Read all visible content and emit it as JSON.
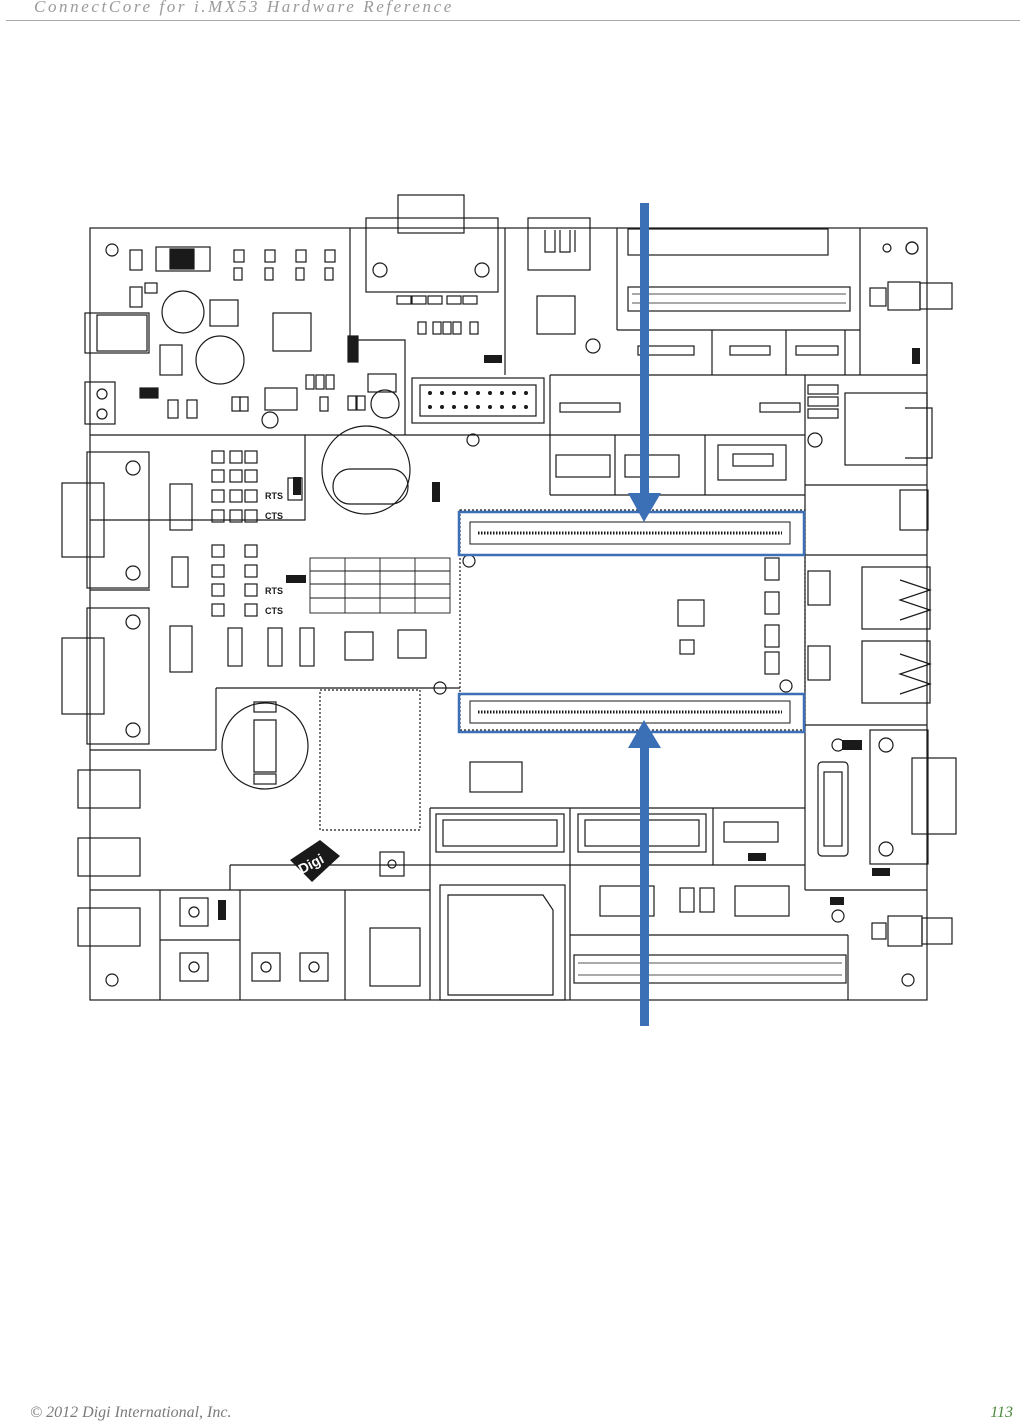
{
  "header": {
    "running_title": "ConnectCore for i.MX53 Hardware Reference"
  },
  "figure": {
    "board_labels": {
      "rts_top": "RTS",
      "cts_top": "CTS",
      "rts_bottom": "RTS",
      "cts_bottom": "CTS",
      "logo_text": "Digi"
    },
    "colors": {
      "highlight": "#3b6fb6",
      "outline": "#1a1a1a"
    },
    "icons": [
      "arrow-down-icon",
      "arrow-up-icon"
    ]
  },
  "footer": {
    "copyright": "© 2012 Digi International, Inc.",
    "page_number": "113"
  }
}
